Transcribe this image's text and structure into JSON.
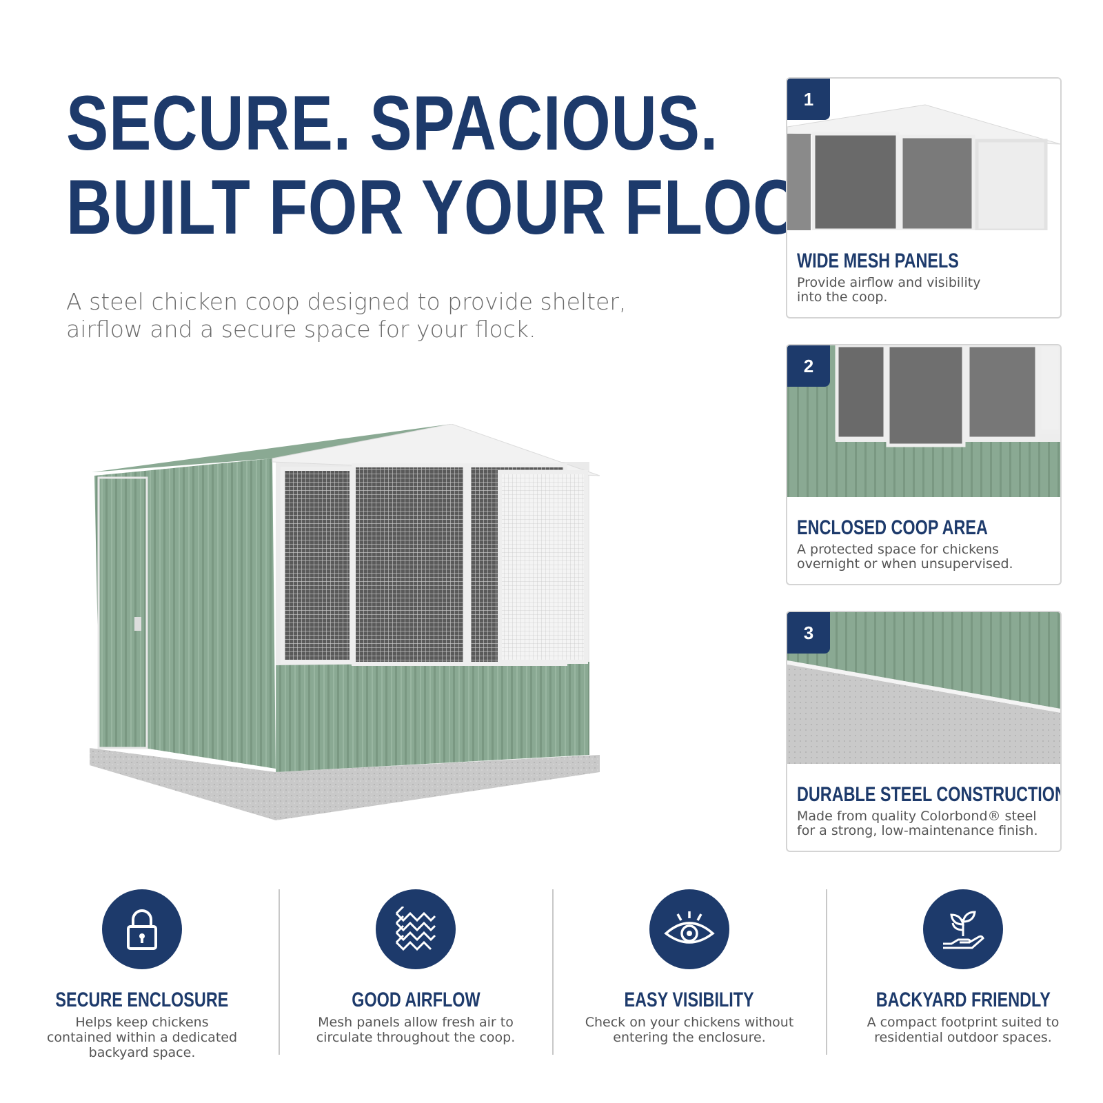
{
  "colors": {
    "navy": "#1d3a6b",
    "shed_green": "#86a58f",
    "mesh_grey": "#9c9c9c"
  },
  "headline": {
    "line1": "SECURE. SPACIOUS.",
    "line2": "BUILT FOR YOUR FLOCK."
  },
  "subtitle": {
    "line1": "A steel chicken coop designed to provide shelter,",
    "line2": "airflow and a secure space for your flock."
  },
  "cards": [
    {
      "number": "1",
      "title": "WIDE MESH PANELS",
      "desc1": "Provide airflow and visibility",
      "desc2": "into the coop."
    },
    {
      "number": "2",
      "title": "ENCLOSED COOP AREA",
      "desc1": "A protected space for chickens",
      "desc2": "overnight or when unsupervised."
    },
    {
      "number": "3",
      "title": "DURABLE STEEL CONSTRUCTION",
      "desc1": "Made from quality Colorbond® steel",
      "desc2": "for a strong, low-maintenance finish."
    }
  ],
  "features": [
    {
      "icon": "padlock-icon",
      "title": "SECURE ENCLOSURE",
      "desc1": "Helps keep chickens",
      "desc2": "contained within a dedicated",
      "desc3": "backyard space."
    },
    {
      "icon": "mesh-icon",
      "title": "GOOD AIRFLOW",
      "desc1": "Mesh panels allow fresh air to",
      "desc2": "circulate throughout the coop.",
      "desc3": ""
    },
    {
      "icon": "eye-icon",
      "title": "EASY VISIBILITY",
      "desc1": "Check on your chickens without",
      "desc2": "entering the enclosure.",
      "desc3": ""
    },
    {
      "icon": "plant-in-hand-icon",
      "title": "BACKYARD FRIENDLY",
      "desc1": "A compact footprint suited to",
      "desc2": "residential outdoor spaces.",
      "desc3": ""
    }
  ]
}
